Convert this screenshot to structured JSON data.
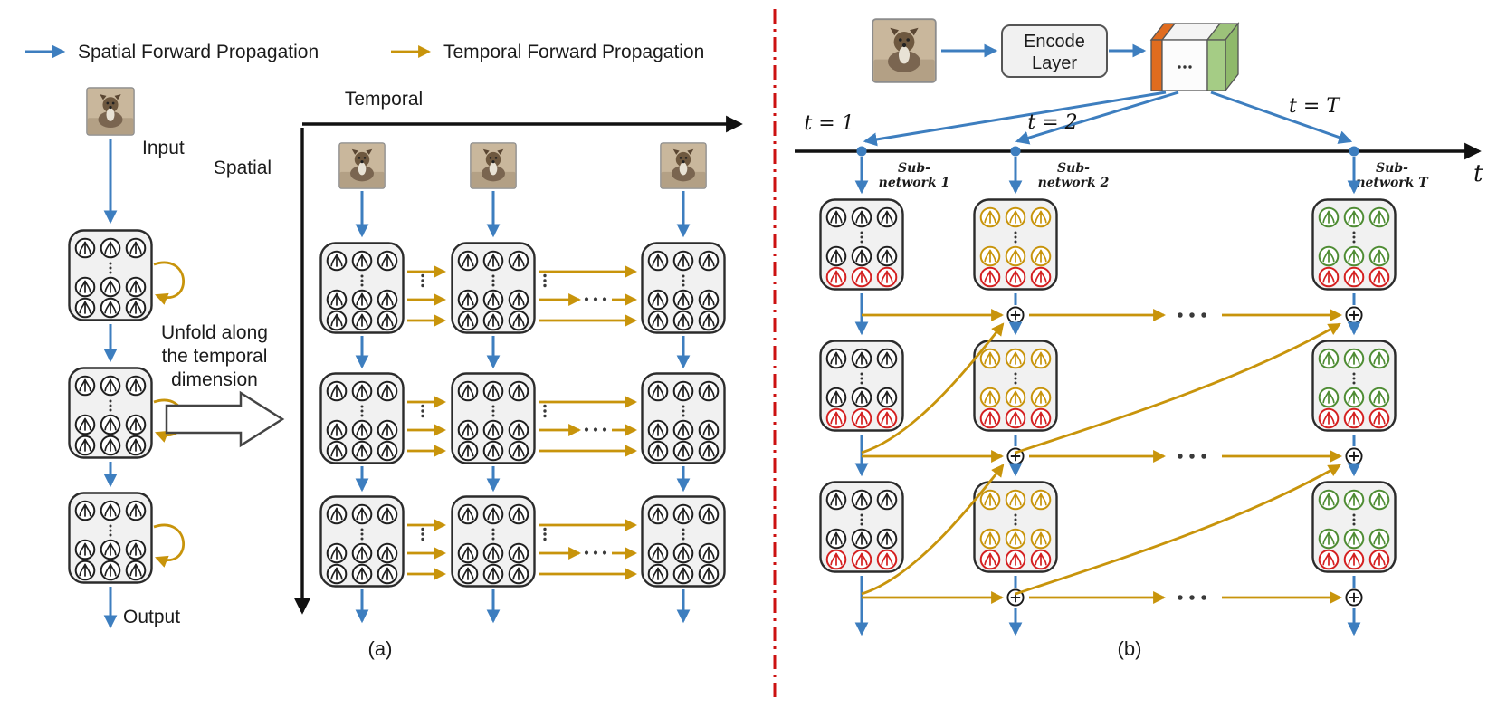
{
  "colors": {
    "spatial_blue": "#3D7EBF",
    "temporal_gold": "#C8940B",
    "neuron_dark": "#1F1F1F",
    "neuron_gold": "#C8940B",
    "neuron_green": "#4E8C33",
    "neuron_red": "#D42020",
    "box_fill": "#F1F1F1",
    "separator_red": "#CC1111",
    "cube_orange": "#E06C1F",
    "cube_green": "#A5CC85"
  },
  "panel_a": {
    "caption": "(a)",
    "legend": {
      "spatial_label": "Spatial Forward Propagation",
      "temporal_label": "Temporal Forward Propagation"
    },
    "temporal_axis_label": "Temporal",
    "spatial_axis_label": "Spatial",
    "input_label": "Input",
    "output_label": "Output",
    "unfold_line1": "Unfold along",
    "unfold_line2": "the temporal",
    "unfold_line3": "dimension"
  },
  "panel_b": {
    "caption": "(b)",
    "encode_line1": "Encode",
    "encode_line2": "Layer",
    "time_axis_label": "t",
    "time_step_1": "t = 1",
    "time_step_2": "t = 2",
    "time_step_T": "t = T",
    "subnetwork_prefix": "Sub-",
    "subnetwork_1": "network 1",
    "subnetwork_2": "network 2",
    "subnetwork_T": "network T"
  }
}
